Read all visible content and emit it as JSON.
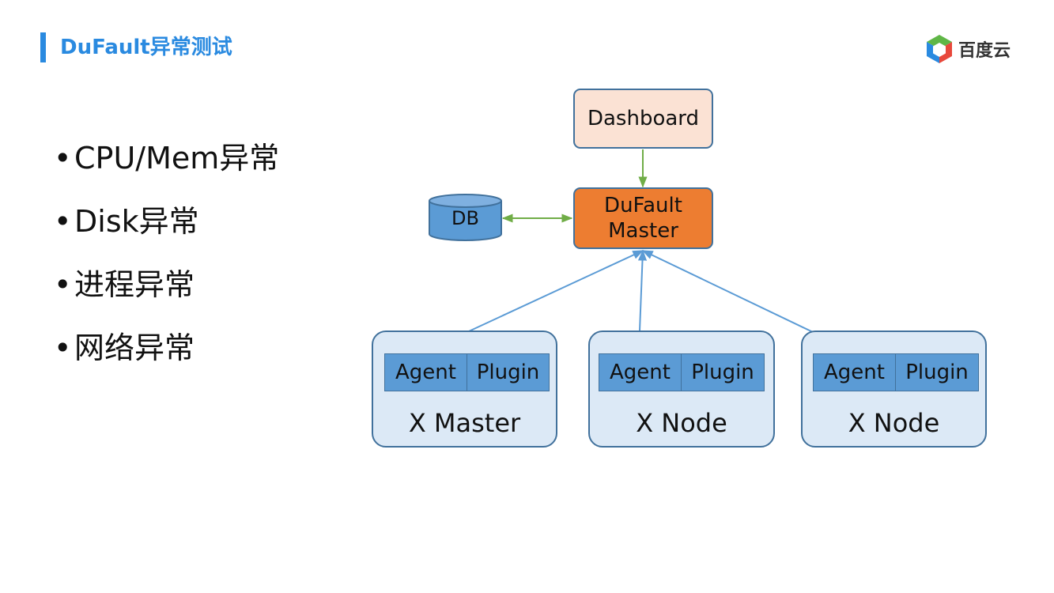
{
  "header": {
    "title": "DuFault异常测试",
    "logo_text": "百度云"
  },
  "bullets": [
    "CPU/Mem异常",
    "Disk异常",
    "进程异常",
    "网络异常"
  ],
  "diagram": {
    "dashboard": "Dashboard",
    "master_line1": "DuFault",
    "master_line2": "Master",
    "db": "DB",
    "groups": [
      {
        "label": "X Master",
        "agent": "Agent",
        "plugin": "Plugin"
      },
      {
        "label": "X Node",
        "agent": "Agent",
        "plugin": "Plugin"
      },
      {
        "label": "X Node",
        "agent": "Agent",
        "plugin": "Plugin"
      }
    ]
  },
  "colors": {
    "accent": "#2a8ae0",
    "dashboard_fill": "#fbe2d4",
    "master_fill": "#ed7d31",
    "component_fill": "#5b9bd5",
    "group_fill": "#dce9f6",
    "border": "#41719c",
    "green_link": "#70ad47",
    "blue_link": "#5b9bd5"
  }
}
